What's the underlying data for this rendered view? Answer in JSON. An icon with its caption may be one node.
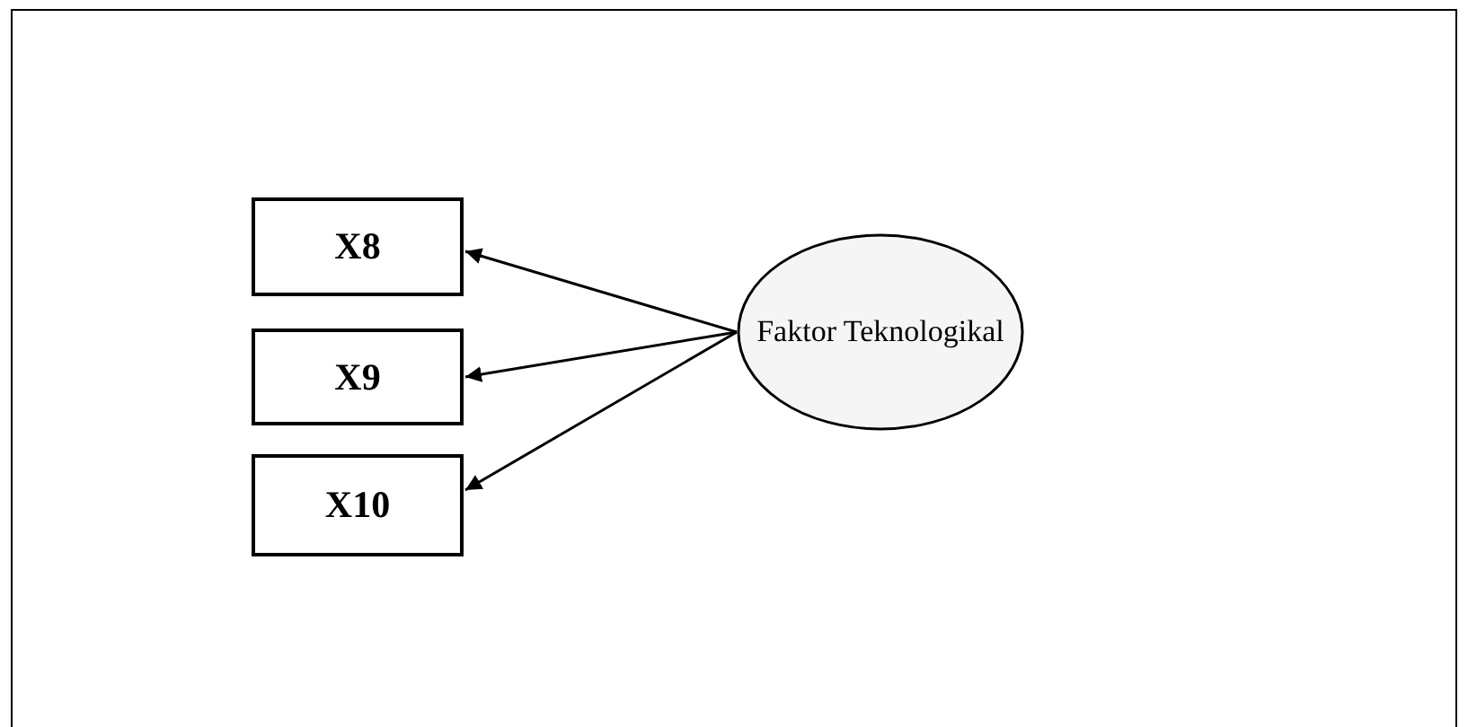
{
  "diagram": {
    "nodes": [
      {
        "text": [
          "X8"
        ]
      },
      {
        "text": [
          "X9"
        ]
      },
      {
        "text": [
          "X10"
        ]
      },
      {
        "text": [
          "Faktor Teknologikal"
        ]
      }
    ],
    "edges": [
      {
        "from": 3,
        "to": 0,
        "arrow": "to"
      },
      {
        "from": 3,
        "to": 1,
        "arrow": "to"
      },
      {
        "from": 3,
        "to": 2,
        "arrow": "to"
      }
    ]
  }
}
